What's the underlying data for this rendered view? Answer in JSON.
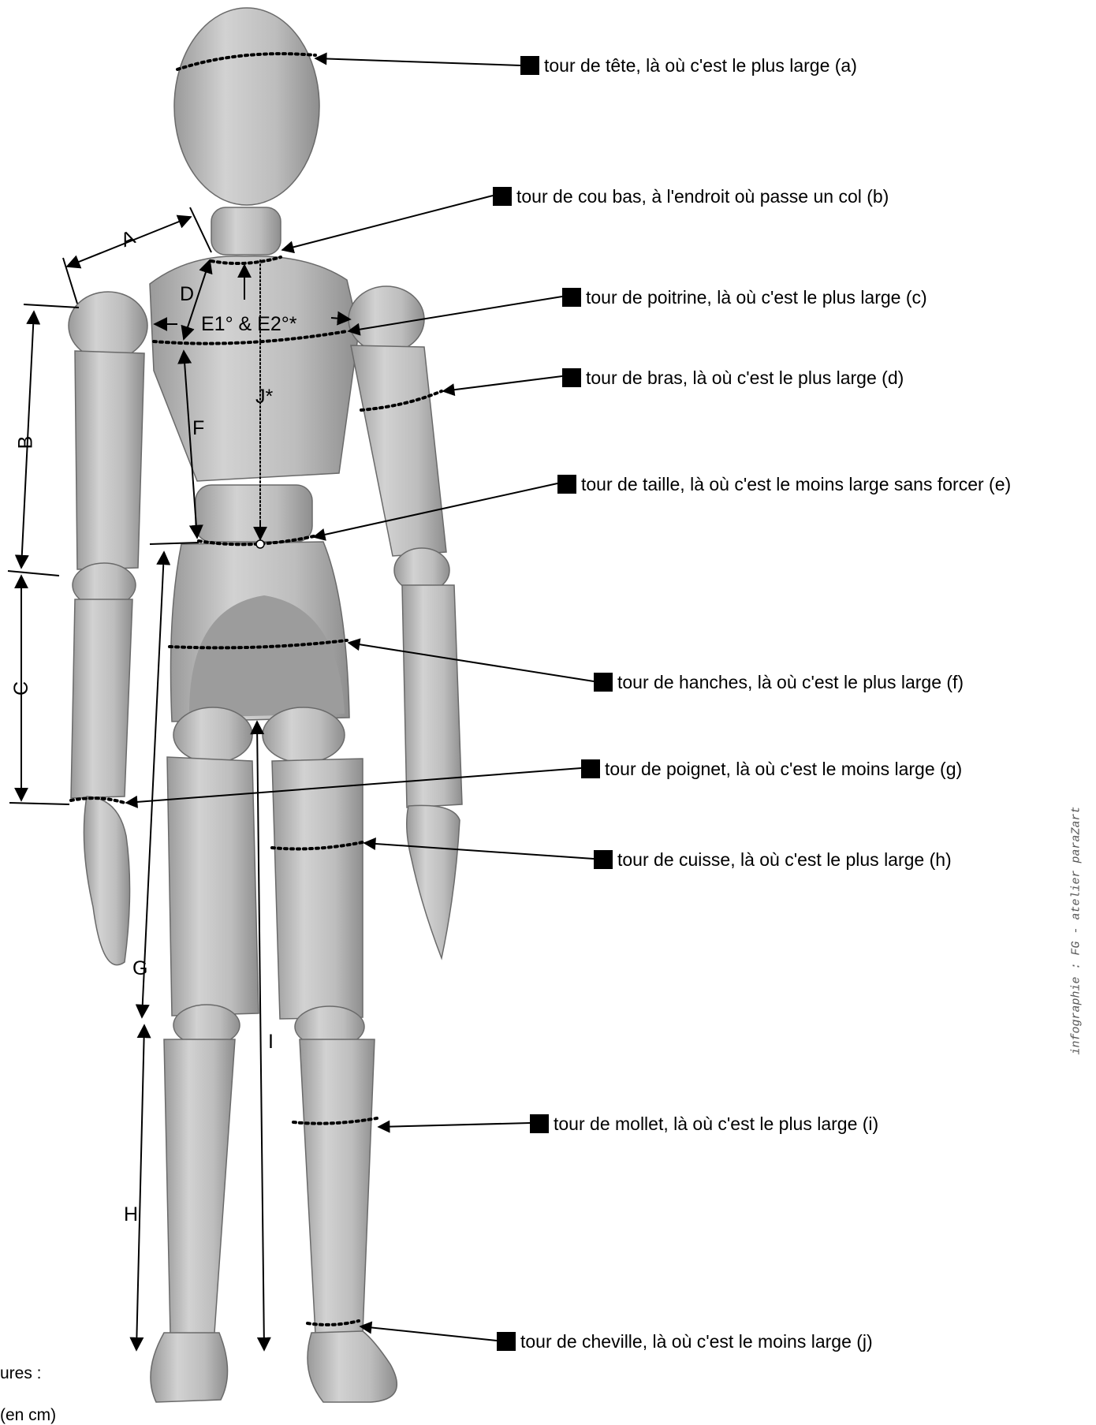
{
  "measures": {
    "a": "tour de tête, là où c'est le plus large (a)",
    "b": "tour de cou bas, à l'endroit où passe un col (b)",
    "c": "tour de poitrine, là où c'est le plus large (c)",
    "d": "tour de bras, là où c'est le plus large (d)",
    "e": "tour de taille, là où c'est le moins large sans forcer (e)",
    "f": "tour de hanches, là où c'est le plus large (f)",
    "g": "tour de poignet, là où c'est le moins large (g)",
    "h": "tour de cuisse, là où c'est le plus large (h)",
    "i": "tour de mollet, là où c'est le plus large (i)",
    "j": "tour de cheville, là où c'est le moins large (j)"
  },
  "dimensions": {
    "A": "A",
    "B": "B",
    "C": "C",
    "D": "D",
    "E": "E1° & E2°*",
    "F": "F",
    "G": "G",
    "H": "H",
    "I": "I",
    "J": "J*"
  },
  "credit": "infographie : FG - atelier paraZart",
  "footer": {
    "line1": "ures :",
    "line2": "(en cm)"
  },
  "colors": {
    "ink": "#000000",
    "figure": "#c4c4c4",
    "figure_shade": "#9e9e9e",
    "outline": "#6a6a6a"
  }
}
